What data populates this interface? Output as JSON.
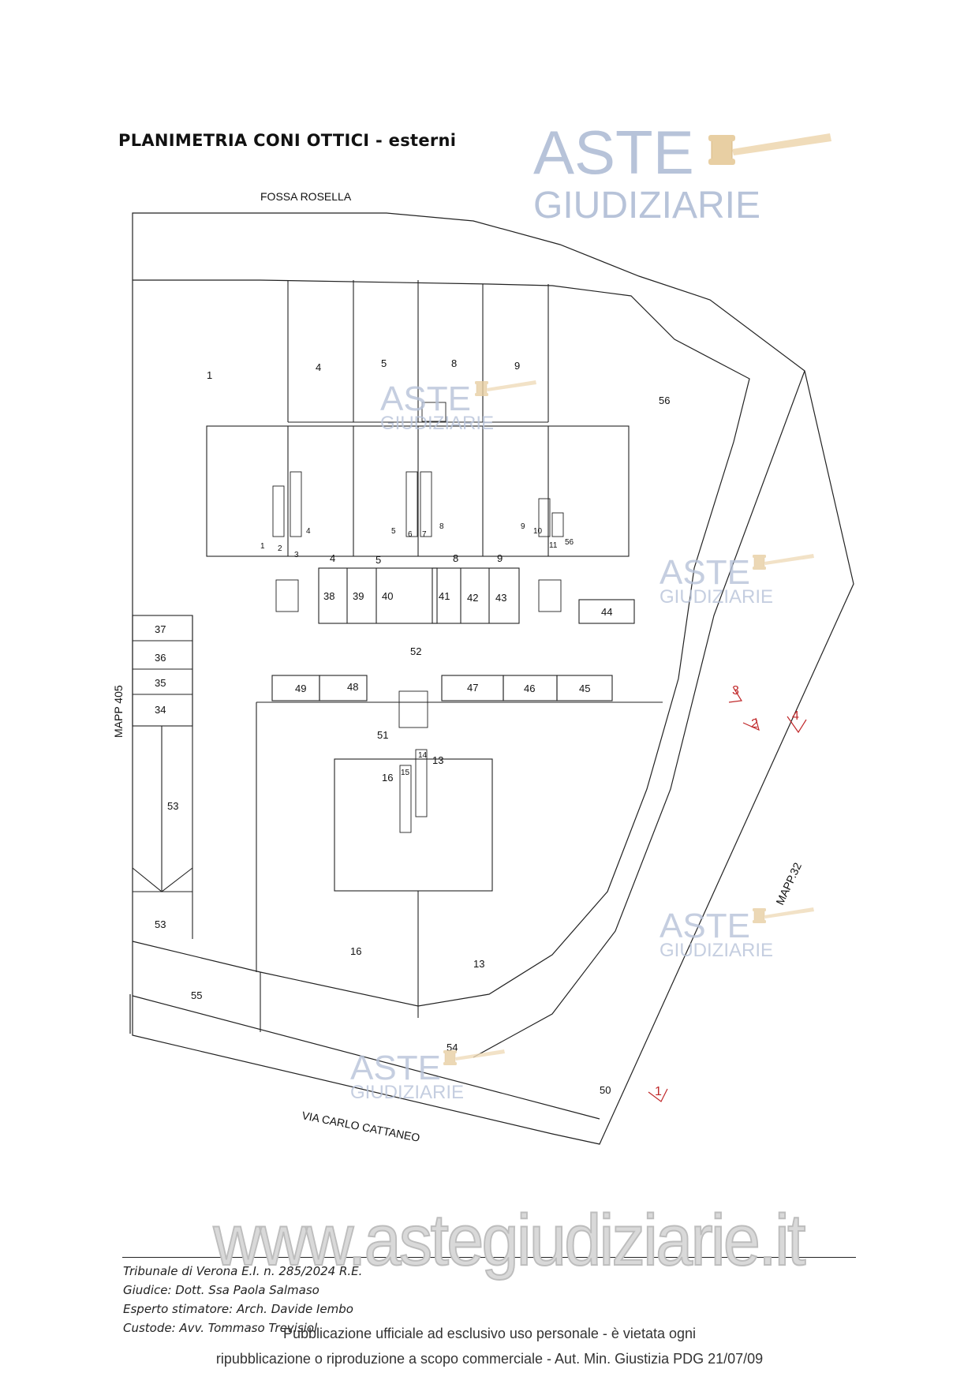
{
  "document": {
    "title": "PLANIMETRIA CONI OTTICI - esterni"
  },
  "watermark": {
    "brand_line1": "ASTE",
    "brand_line2": "GIUDIZIARIE",
    "site": "www.astegiudiziarie.it"
  },
  "plan": {
    "boundary_labels": {
      "north": "FOSSA ROSELLA",
      "west": "MAPP 405",
      "east": "MAPP.32",
      "south": "VIA CARLO CATTANEO"
    },
    "lots": [
      "1",
      "4",
      "5",
      "8",
      "9",
      "56",
      "2",
      "3",
      "6",
      "7",
      "10",
      "11",
      "38",
      "39",
      "40",
      "41",
      "42",
      "43",
      "44",
      "37",
      "36",
      "35",
      "34",
      "52",
      "49",
      "48",
      "47",
      "46",
      "45",
      "51",
      "13",
      "14",
      "15",
      "16",
      "53",
      "55",
      "54",
      "50"
    ],
    "view_points": [
      "1",
      "2",
      "3",
      "4"
    ]
  },
  "footer": {
    "line1": "Tribunale di Verona E.I. n. 285/2024 R.E.",
    "line2": "Giudice: Dott. Ssa Paola Salmaso",
    "line3": "Esperto stimatore: Arch. Davide Iembo",
    "line4": "Custode: Avv. Tommaso Trevisiol",
    "notice1": "Pubblicazione ufficiale ad esclusivo uso personale - è vietata ogni",
    "notice2": "ripubblicazione o riproduzione a scopo commerciale - Aut. Min. Giustizia PDG 21/07/09"
  },
  "icons": [
    "gavel-icon"
  ],
  "colors": {
    "watermark_blue": "#b7c3d9",
    "watermark_gold": "#e8cfa3",
    "viewpoint_red": "#c0282a"
  }
}
